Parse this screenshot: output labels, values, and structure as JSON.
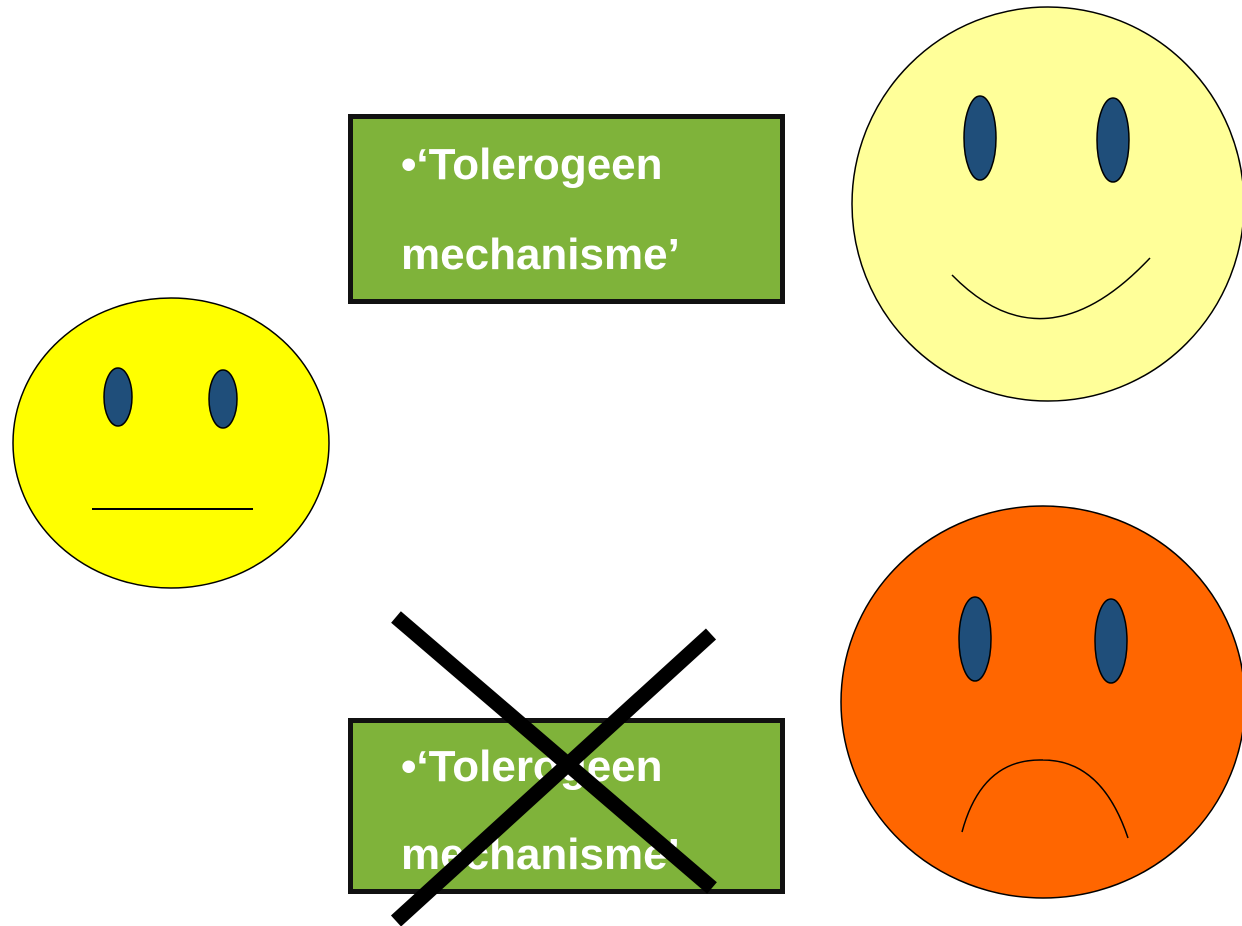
{
  "boxes": {
    "top": {
      "line1": "•‘Tolerogeen",
      "line2": "mechanisme’"
    },
    "bottom": {
      "line1": "•‘Tolerogeen",
      "line2": "mechanisme’"
    }
  },
  "faces": {
    "neutral": {
      "fill": "#ffff00",
      "expression": "neutral"
    },
    "happy": {
      "fill": "#ffff99",
      "expression": "happy"
    },
    "sad": {
      "fill": "#ff6600",
      "expression": "sad"
    }
  },
  "colors": {
    "box_fill": "#7fb33a",
    "box_border": "#111111",
    "eye": "#1f4e7a",
    "cross": "#000000"
  }
}
